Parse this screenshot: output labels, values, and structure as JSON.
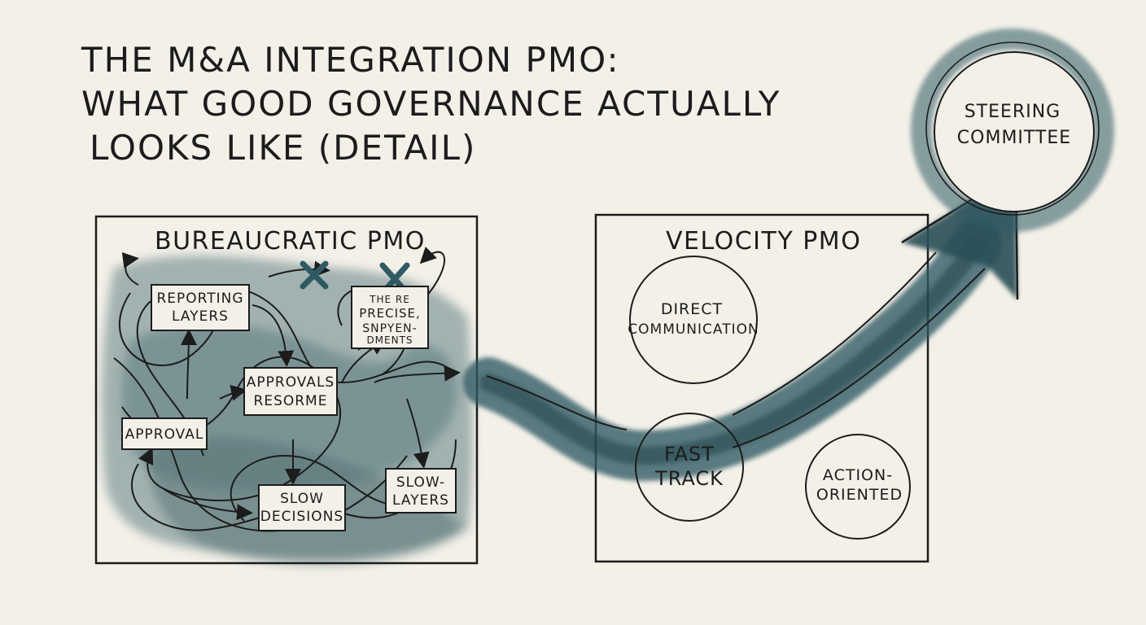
{
  "title": {
    "line1": "THE M&A INTEGRATION PMO:",
    "line2": "WHAT GOOD GOVERNANCE ACTUALLY",
    "line3": "LOOKS LIKE (DETAIL)"
  },
  "bureaucratic": {
    "title": "BUREAUCRATIC PMO",
    "boxes": {
      "reporting": [
        "REPORTING",
        "LAYERS"
      ],
      "precise": [
        "THE RE",
        "PRECISE,",
        "SNPYEN-",
        "DMENTS"
      ],
      "approvals": [
        "APPROVALS",
        "RESORME"
      ],
      "approval": [
        "APPROVAL"
      ],
      "slow_decisions": [
        "SLOW",
        "DECISIONS"
      ],
      "slow_layers": [
        "SLOW-",
        "LAYERS"
      ]
    }
  },
  "velocity": {
    "title": "VELOCITY PMO",
    "nodes": {
      "direct": [
        "DIRECT",
        "COMMUNICATION"
      ],
      "fast": [
        "FAST",
        "TRACK"
      ],
      "action": [
        "ACTION-",
        "ORIENTED"
      ]
    }
  },
  "steering": [
    "STEERING",
    "COMMITTEE"
  ],
  "colors": {
    "ink": "#1c1c1c",
    "wash": "#2f5a63",
    "paper": "#f3f0e8"
  }
}
